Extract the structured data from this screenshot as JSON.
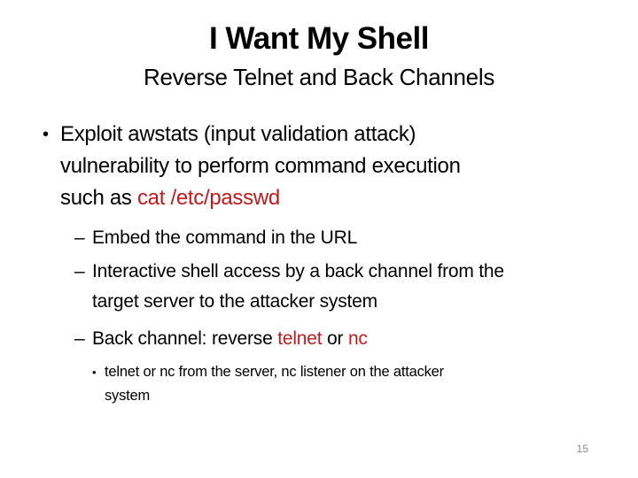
{
  "slide": {
    "title": "I Want My Shell",
    "subtitle": "Reverse Telnet and Back Channels",
    "page_number": "15",
    "colors": {
      "text": "#000000",
      "accent_red": "#C01A1A",
      "page_number_gray": "#8a8a8a",
      "background": "#ffffff"
    }
  },
  "content": {
    "bullet1": {
      "marker": "•",
      "line1": "Exploit awstats (input validation attack)",
      "line2": "vulnerability to perform command execution",
      "line3_prefix": "such as ",
      "line3_command": "cat /etc/passwd"
    },
    "sub_bullets": {
      "marker": "–",
      "item1": "Embed the command in the URL",
      "item2_line1": "Interactive shell access by a back channel from the",
      "item2_line2": "target server to the attacker system",
      "item3_prefix": "Back channel: reverse ",
      "item3_red1": "telnet",
      "item3_mid": " or ",
      "item3_red2": "nc"
    },
    "sub_sub_bullet": {
      "marker": "•",
      "line1": "telnet or nc from the server, nc listener on the attacker",
      "line2": "system"
    }
  }
}
